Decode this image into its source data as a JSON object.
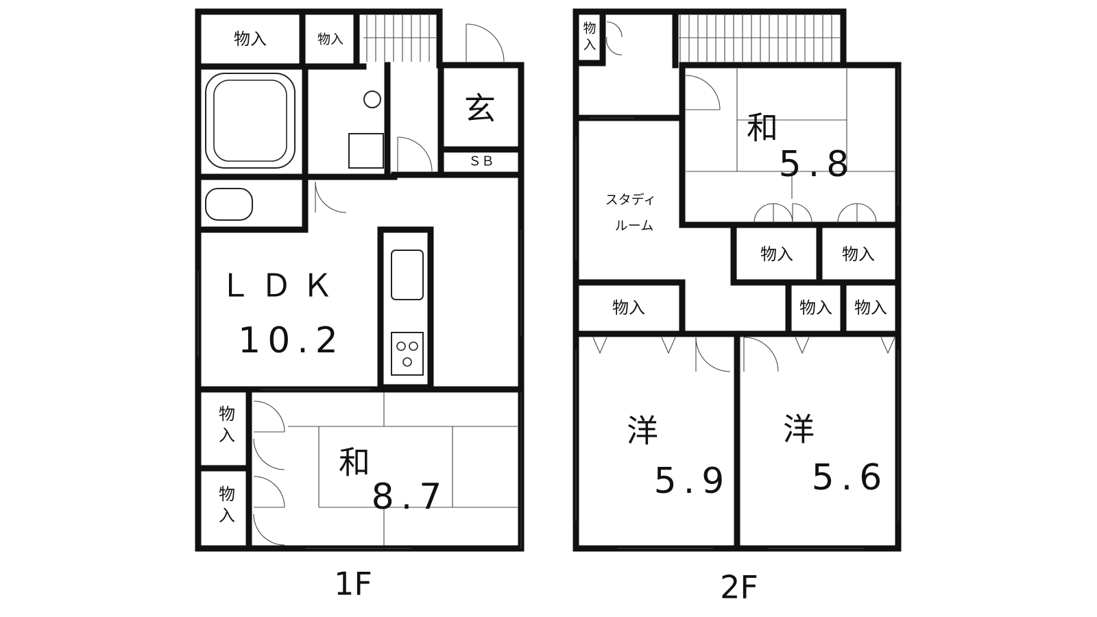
{
  "floor1": {
    "floor_label": "1F",
    "storage": "物入",
    "storage_small": "物入",
    "storage_v_top": "物",
    "storage_v_bottom": "入",
    "entrance": "玄",
    "shoe_box": "ＳＢ",
    "ldk_label": "ＬＤＫ",
    "ldk_size": "10.2",
    "washitsu_label": "和",
    "washitsu_size": "8.7"
  },
  "floor2": {
    "floor_label": "2F",
    "storage": "物入",
    "storage_v_top": "物",
    "storage_v_bottom": "入",
    "study_line1": "スタディ",
    "study_line2": "ルーム",
    "washitsu_label": "和",
    "washitsu_size": "5.8",
    "western1_label": "洋",
    "western1_size": "5.9",
    "western2_label": "洋",
    "western2_size": "5.6"
  }
}
